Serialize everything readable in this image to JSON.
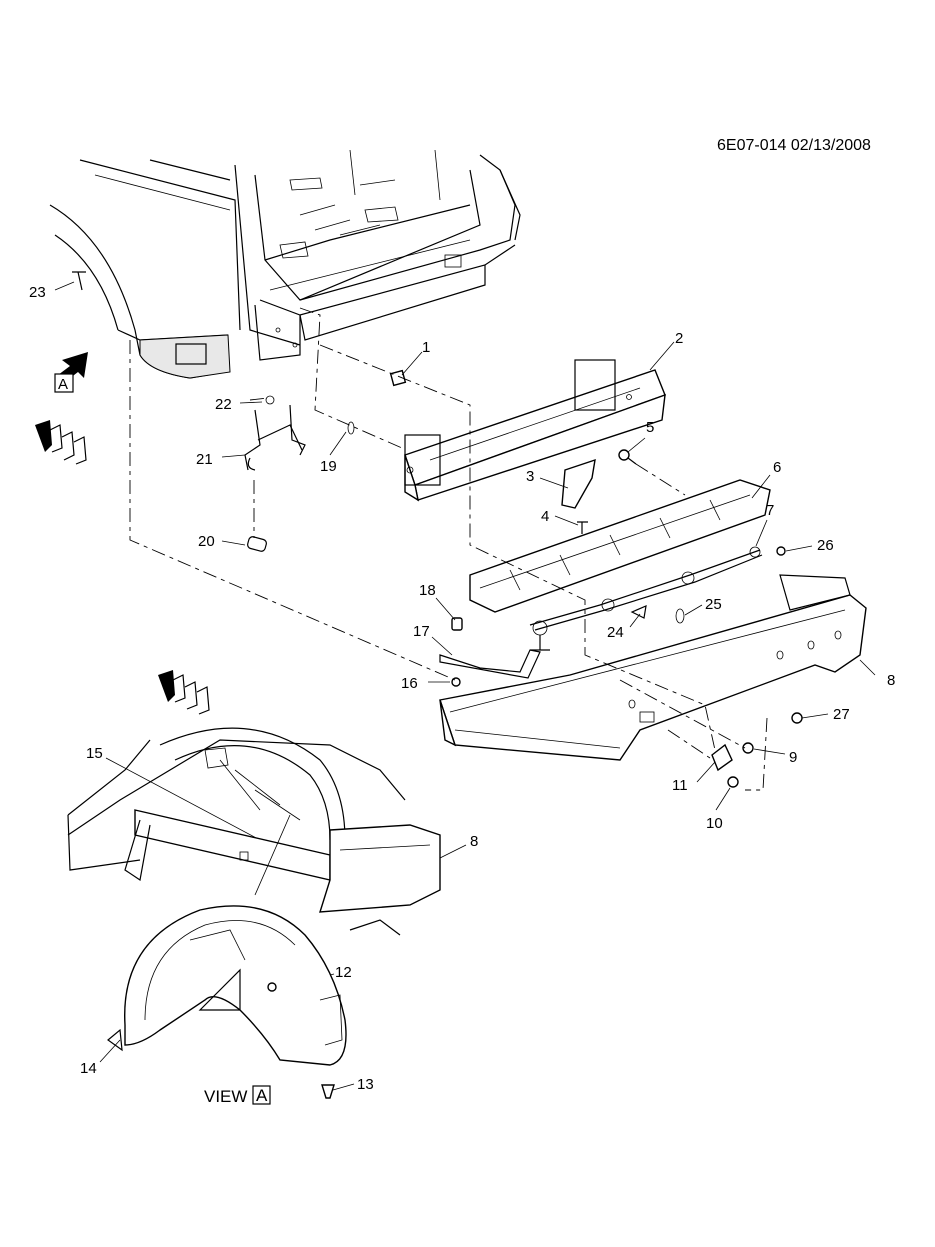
{
  "header": {
    "diagram_code": "6E07-014  02/13/2008"
  },
  "view_label": {
    "text": "VIEW",
    "letter": "A"
  },
  "view_marker_letter": "A",
  "callouts": {
    "c1": "1",
    "c2": "2",
    "c3": "3",
    "c4": "4",
    "c5": "5",
    "c6": "6",
    "c7": "7",
    "c8": "8",
    "c8b": "8",
    "c9": "9",
    "c10": "10",
    "c11": "11",
    "c12": "12",
    "c13": "13",
    "c14": "14",
    "c15": "15",
    "c16": "16",
    "c17": "17",
    "c18": "18",
    "c19": "19",
    "c20": "20",
    "c21": "21",
    "c22": "22",
    "c23": "23",
    "c24": "24",
    "c25": "25",
    "c26": "26",
    "c27": "27"
  }
}
